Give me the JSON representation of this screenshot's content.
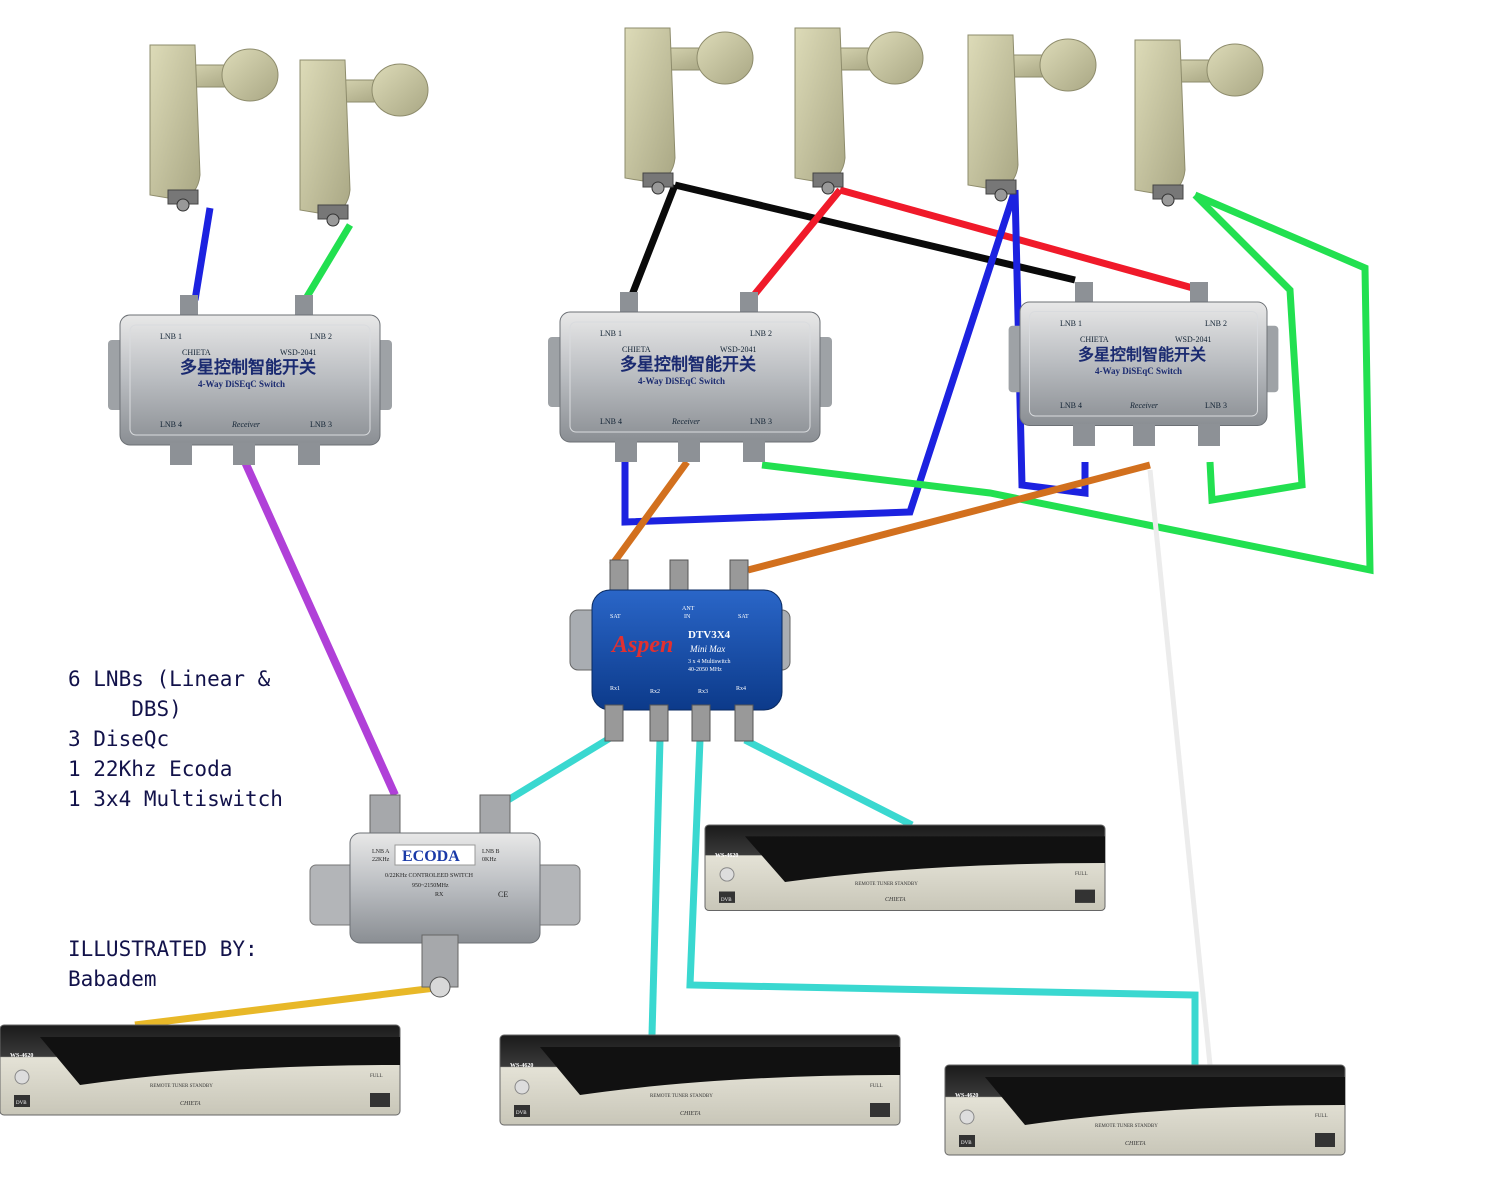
{
  "notes": {
    "line1a": "6 LNBs (Linear &",
    "line1b": "     DBS)",
    "line2": "3 DiseQc",
    "line3": "1 22Khz Ecoda",
    "line4": "1 3x4 Multiswitch"
  },
  "credit": {
    "line1": "ILLUSTRATED BY:",
    "line2": "Babadem"
  },
  "diseqc": {
    "label_lnb1": "LNB 1",
    "label_lnb2": "LNB 2",
    "label_lnb3": "LNB 3",
    "label_lnb4": "LNB 4",
    "label_receiver": "Receiver",
    "brand": "CHIETA",
    "model": "WSD-2041",
    "chinese": "多星控制智能开关",
    "title": "4-Way DiSEqC Switch"
  },
  "multiswitch": {
    "brand": "Aspen",
    "model": "DTV3X4",
    "series": "Mini Max",
    "desc1": "3 x 4 Multiswitch",
    "desc2": "40-2050 MHz",
    "ant": "ANT",
    "in": "IN",
    "sat1": "SAT",
    "sat2": "SAT",
    "rx1": "Rx1",
    "rx2": "Rx2",
    "rx3": "Rx3",
    "rx4": "Rx4"
  },
  "ecoda": {
    "brand": "ECODA",
    "lnb_a": "LNB A",
    "lnb_a_freq": "22KHz",
    "lnb_b": "LNB B",
    "lnb_b_freq": "0KHz",
    "line1": "0/22KHz CONTROLEED SWITCH",
    "line2": "950~2150MHz",
    "rx": "RX",
    "ce": "CE"
  },
  "receiver": {
    "model": "WS-4620",
    "brand": "CHIETA",
    "full": "FULL",
    "leds": "REMOTE   TUNER   STANDBY",
    "dvb": "DVB"
  },
  "colors": {
    "purple": "#b040d8",
    "blue": "#1c22e0",
    "green": "#22e050",
    "black": "#0a0a0a",
    "red": "#f01a2a",
    "orange": "#d2701e",
    "cyan": "#3ad8d0",
    "gold": "#e8b828",
    "lnb_body": "#c9c7a2"
  }
}
